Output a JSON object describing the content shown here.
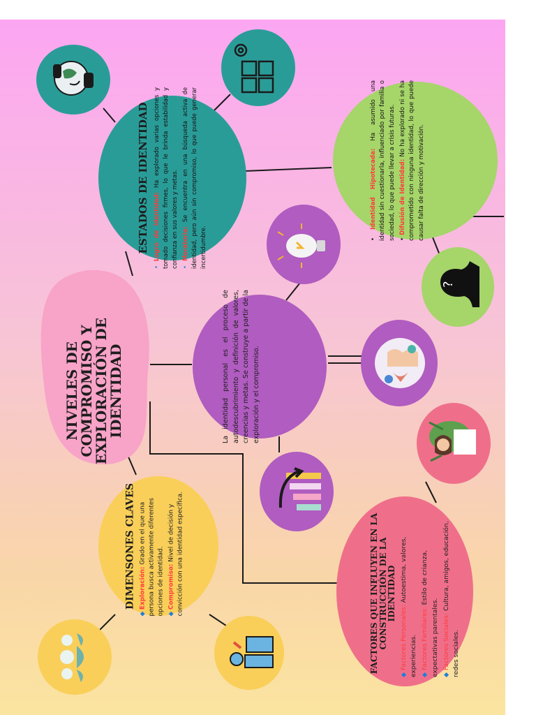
{
  "main_title": "NIVELES DE COMPROMISO Y EXPLORACIÓN DE IDENTIDAD",
  "center": {
    "text": "La identidad personal es el proceso de autodescubrimiento y definición de valores, creencias y metas. Se construye a partir de la exploración y el compromiso."
  },
  "estados": {
    "title": "ESTADOS DE IDENTIDAD",
    "logro_label": "Logro de identidad:",
    "logro_text": "Ha explorado varias opciones y tomado decisiones firmes, lo que le brinda estabilidad y confianza en sus valores y metas.",
    "moratoria_label": "Moratoria:",
    "moratoria_text": "Se encuentra en una búsqueda activa de identidad, pero aún sin compromiso, lo que puede generar incertidumbre."
  },
  "hipotecada": {
    "hip_label": "Identidad Hipotecada:",
    "hip_text": "Ha asumido una identidad sin cuestionarla, influenciado por familia o sociedad, lo que puede llevar a crisis futuras.",
    "dif_label": "Difusión de Identidad:",
    "dif_text": "No ha explorado ni se ha comprometido con ninguna identidad, lo que puede causar falta de dirección y motivación."
  },
  "dimensiones": {
    "title": "DIMENSONES CLAVES",
    "exp_label": "Exploración:",
    "exp_text": "Grado en el que una persona busca activamente diferentes opciones de identidad.",
    "comp_label": "Compromiso:",
    "comp_text": "Nivel de decisión y convicción con una identidad específica."
  },
  "factores": {
    "title": "FACTORES QUE INFLUYEN EN LA CONSTRUCCIÓN DE LA IDENTIDAD",
    "per_label": "Factores Personales:",
    "per_text": "Autoestima, valores, experiencias.",
    "fam_label": "Factores Familiares:",
    "fam_text": "Estilo de crianza, expectativas parentales.",
    "soc_label": "Factores Sociales:",
    "soc_text": "Cultura, amigos, educación, redes sociales."
  },
  "icons": [
    "globe-hands-icon",
    "puzzle-gears-icon",
    "lightbulb-icon",
    "question-head-icon",
    "helping-hands-icon",
    "woman-plants-icon",
    "growth-bars-icon",
    "people-group-icon",
    "person-thinking-icon"
  ],
  "colors": {
    "teal": "#2a9c98",
    "green": "#a6d56a",
    "purple": "#b05cc0",
    "pink_title": "#f8a3c8",
    "yellow": "#f9cf5a",
    "rose": "#ef6f8a",
    "highlight": "#ff3b3b"
  }
}
